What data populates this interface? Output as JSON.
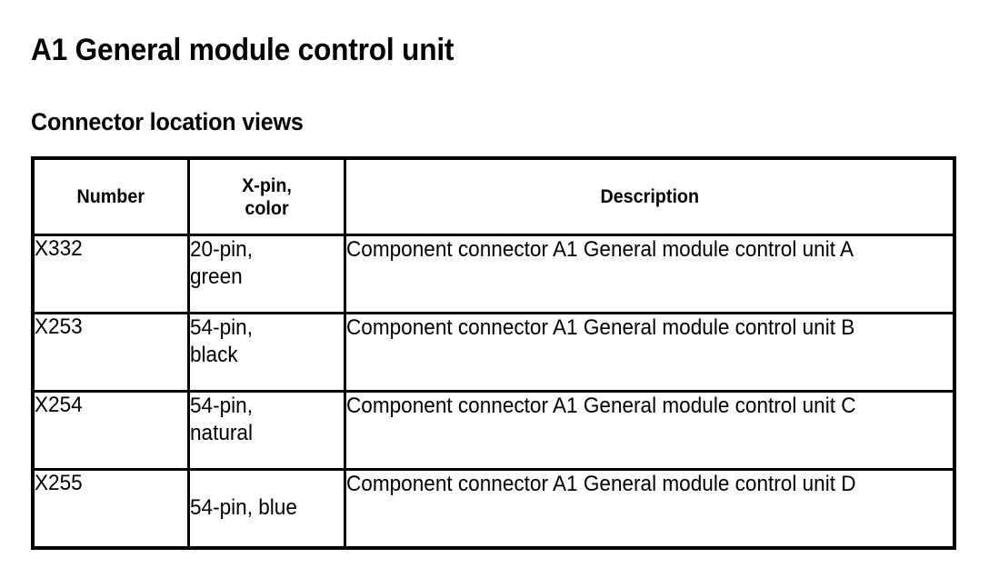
{
  "document": {
    "title": "A1 General module control unit",
    "subtitle": "Connector location views"
  },
  "table": {
    "headers": {
      "number": "Number",
      "xpin_color": "X-pin,\ncolor",
      "description": "Description"
    },
    "rows": [
      {
        "number": "X332",
        "xpin_color": "20-pin,\ngreen",
        "description": "Component connector A1 General module control unit A"
      },
      {
        "number": "X253",
        "xpin_color": "54-pin,\nblack",
        "description": "Component connector A1 General module control unit B"
      },
      {
        "number": "X254",
        "xpin_color": "54-pin,\nnatural",
        "description": "Component connector A1 General module control unit C"
      },
      {
        "number": "X255",
        "xpin_color": "54-pin, blue",
        "description": "Component connector A1 General module control unit D"
      }
    ]
  },
  "colors": {
    "background": "#ffffff",
    "text": "#000000",
    "border": "#000000"
  }
}
